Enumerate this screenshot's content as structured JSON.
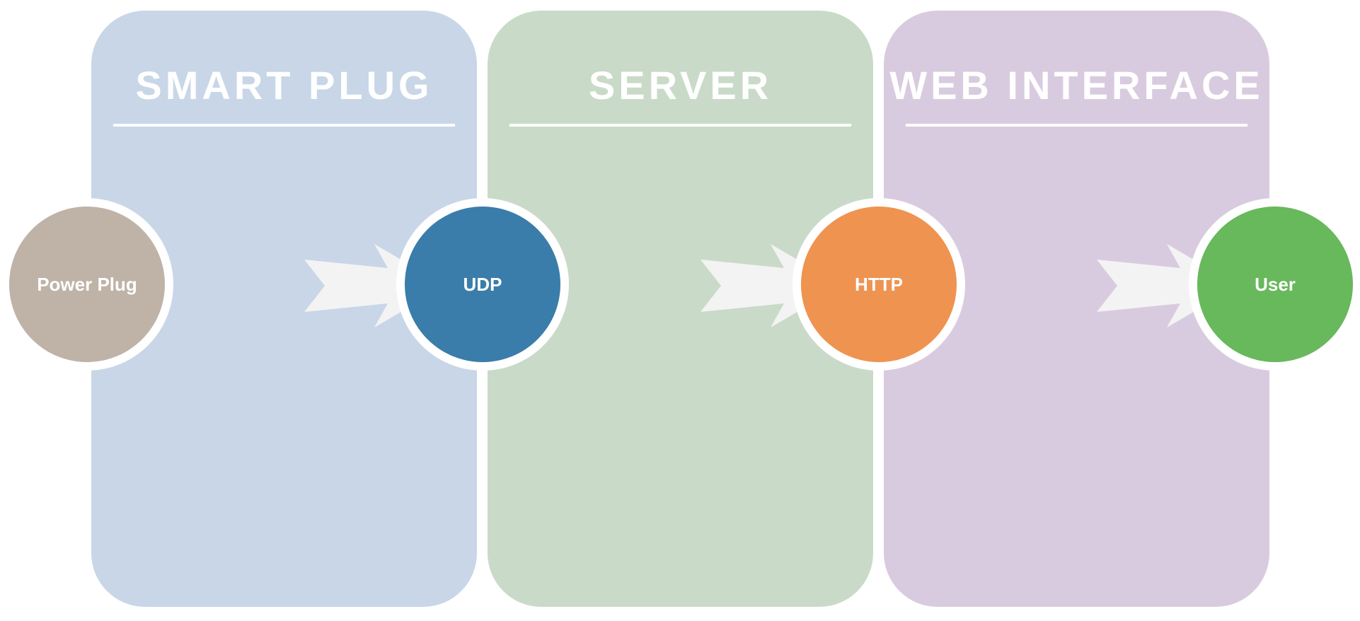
{
  "panels": [
    {
      "title": "SMART PLUG",
      "color": "#c8d6e8"
    },
    {
      "title": "SERVER",
      "color": "#c9dbc8"
    },
    {
      "title": "WEB INTERFACE",
      "color": "#d9cbdf"
    }
  ],
  "nodes": [
    {
      "label": "Power Plug",
      "color": "#bfb3a8"
    },
    {
      "label": "UDP",
      "color": "#3a7daa"
    },
    {
      "label": "HTTP",
      "color": "#ef9351"
    },
    {
      "label": "User",
      "color": "#68b85c"
    }
  ],
  "arrow_color": "#f3f3f3"
}
